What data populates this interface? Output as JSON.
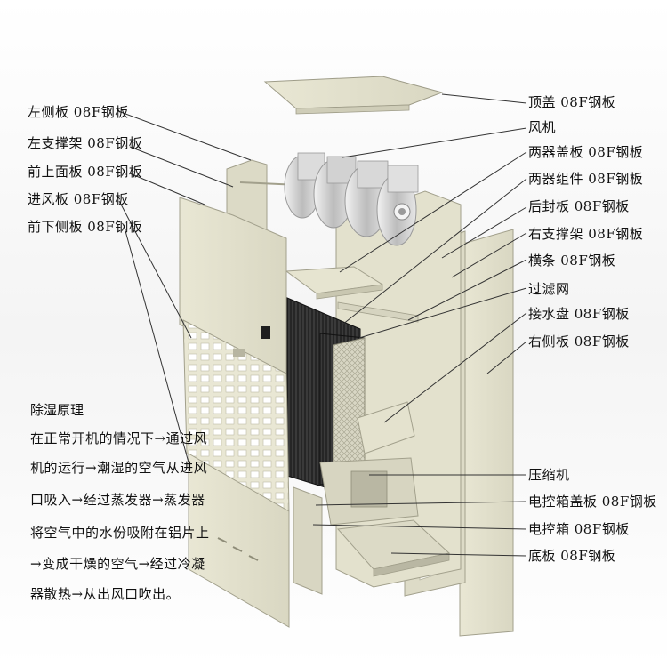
{
  "labels_right": [
    {
      "id": "top-cover",
      "text": "顶盖 08F钢板"
    },
    {
      "id": "fan",
      "text": "风机"
    },
    {
      "id": "two-unit-cover",
      "text": "两器盖板 08F钢板"
    },
    {
      "id": "two-unit-assembly",
      "text": "两器组件 08F钢板"
    },
    {
      "id": "rear-panel",
      "text": "后封板 08F钢板"
    },
    {
      "id": "right-bracket",
      "text": "右支撑架 08F钢板"
    },
    {
      "id": "crossbar",
      "text": "横条 08F钢板"
    },
    {
      "id": "filter",
      "text": "过滤网"
    },
    {
      "id": "drain-pan",
      "text": "接水盘 08F钢板"
    },
    {
      "id": "right-side-panel",
      "text": "右侧板 08F钢板"
    },
    {
      "id": "compressor",
      "text": "压缩机"
    },
    {
      "id": "control-box-cover",
      "text": "电控箱盖板 08F钢板"
    },
    {
      "id": "control-box",
      "text": "电控箱 08F钢板"
    },
    {
      "id": "base-plate",
      "text": "底板 08F钢板"
    }
  ],
  "labels_left": [
    {
      "id": "left-side-panel",
      "text": "左侧板 08F钢板"
    },
    {
      "id": "left-bracket",
      "text": "左支撑架 08F钢板"
    },
    {
      "id": "front-upper-panel",
      "text": "前上面板 08F钢板"
    },
    {
      "id": "air-inlet-panel",
      "text": "进风板 08F钢板"
    },
    {
      "id": "front-lower-panel",
      "text": "前下侧板 08F钢板"
    }
  ],
  "principle": {
    "title": "除湿原理",
    "lines": [
      "在正常开机的情况下→通过风",
      "机的运行→潮湿的空气从进风",
      "口吸入→经过蒸发器→蒸发器",
      "将空气中的水份吸附在铝片上",
      "→变成干燥的空气→经过冷凝",
      "器散热→从出风口吹出。"
    ]
  },
  "colors": {
    "panel": "#e8e6d2",
    "panel_dark": "#c9c7b1",
    "coil": "#1f1f1f",
    "fan": "#d4d4d4",
    "line": "#333333"
  }
}
